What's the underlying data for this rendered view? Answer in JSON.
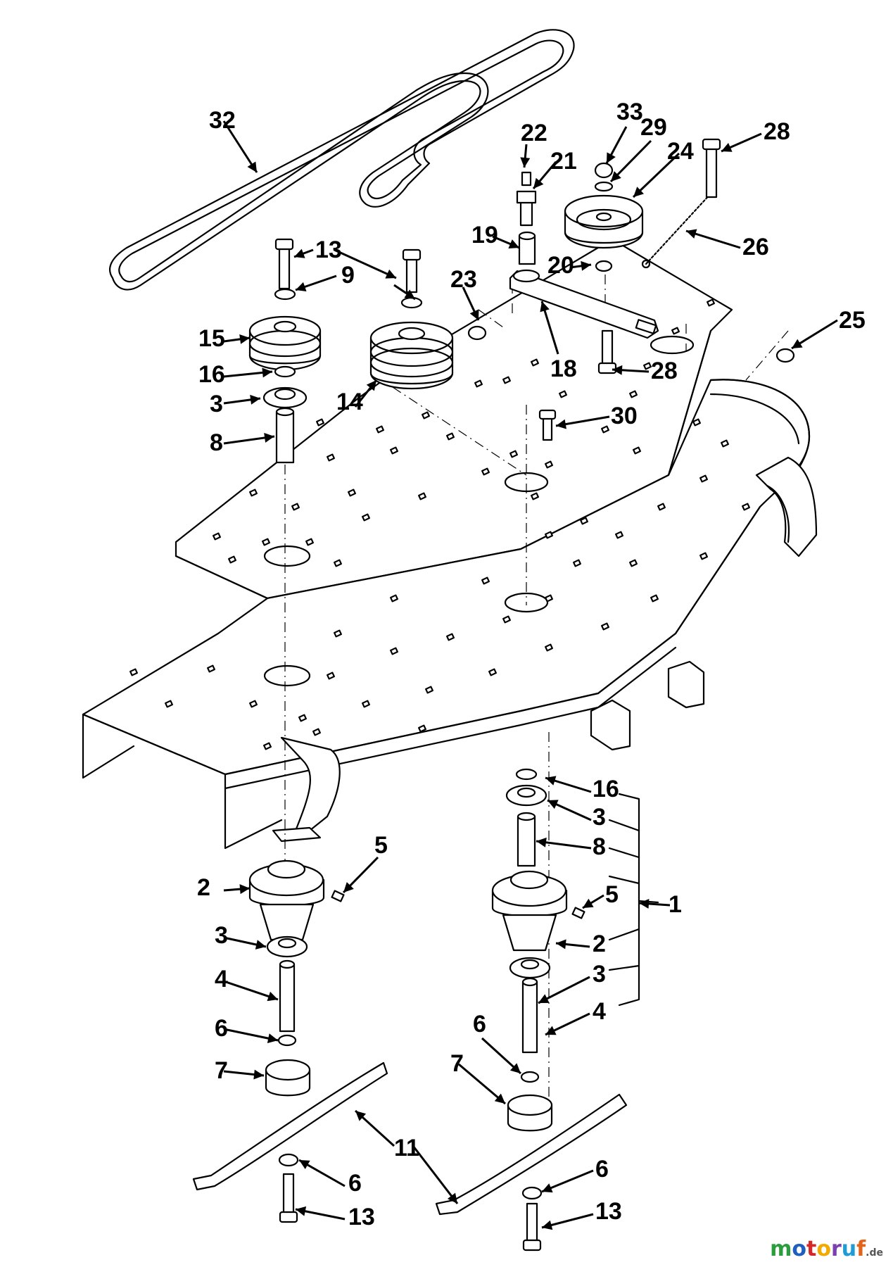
{
  "callouts": [
    {
      "n": "32"
    },
    {
      "n": "22"
    },
    {
      "n": "21"
    },
    {
      "n": "33"
    },
    {
      "n": "29"
    },
    {
      "n": "24"
    },
    {
      "n": "28"
    },
    {
      "n": "13"
    },
    {
      "n": "9"
    },
    {
      "n": "19"
    },
    {
      "n": "26"
    },
    {
      "n": "20"
    },
    {
      "n": "23"
    },
    {
      "n": "15"
    },
    {
      "n": "16"
    },
    {
      "n": "14"
    },
    {
      "n": "18"
    },
    {
      "n": "28"
    },
    {
      "n": "25"
    },
    {
      "n": "3"
    },
    {
      "n": "30"
    },
    {
      "n": "8"
    },
    {
      "n": "16"
    },
    {
      "n": "3"
    },
    {
      "n": "8"
    },
    {
      "n": "5"
    },
    {
      "n": "2"
    },
    {
      "n": "5"
    },
    {
      "n": "1"
    },
    {
      "n": "3"
    },
    {
      "n": "2"
    },
    {
      "n": "4"
    },
    {
      "n": "3"
    },
    {
      "n": "6"
    },
    {
      "n": "4"
    },
    {
      "n": "7"
    },
    {
      "n": "6"
    },
    {
      "n": "7"
    },
    {
      "n": "11"
    },
    {
      "n": "6"
    },
    {
      "n": "6"
    },
    {
      "n": "13"
    },
    {
      "n": "13"
    }
  ],
  "watermark": {
    "brand": "motoruf",
    "tld": ".de"
  }
}
